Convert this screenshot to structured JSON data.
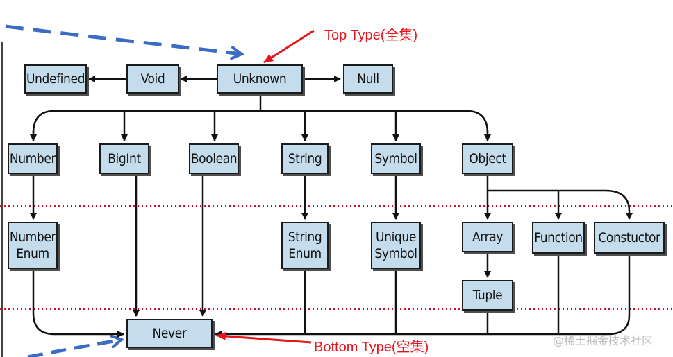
{
  "diagram": {
    "nodes": {
      "undefined": "Undefined",
      "void": "Void",
      "unknown": "Unknown",
      "null": "Null",
      "number": "Number",
      "bigint": "BigInt",
      "boolean": "Boolean",
      "string": "String",
      "symbol": "Symbol",
      "object": "Object",
      "number_enum": "Number\nEnum",
      "string_enum": "String\nEnum",
      "unique_symbol": "Unique\nSymbol",
      "array": "Array",
      "function": "Function",
      "constructor": "Constuctor",
      "tuple": "Tuple",
      "never": "Never"
    },
    "annotations": {
      "top": "Top Type(全集)",
      "bottom": "Bottom Type(空集)"
    },
    "colors": {
      "node_fill": "#c5dcec",
      "annotation": "#e8141c",
      "pen_blue": "#3b6cc4",
      "dotted_region": "#c8102e"
    }
  },
  "watermark": "@稀土掘金技术社区"
}
